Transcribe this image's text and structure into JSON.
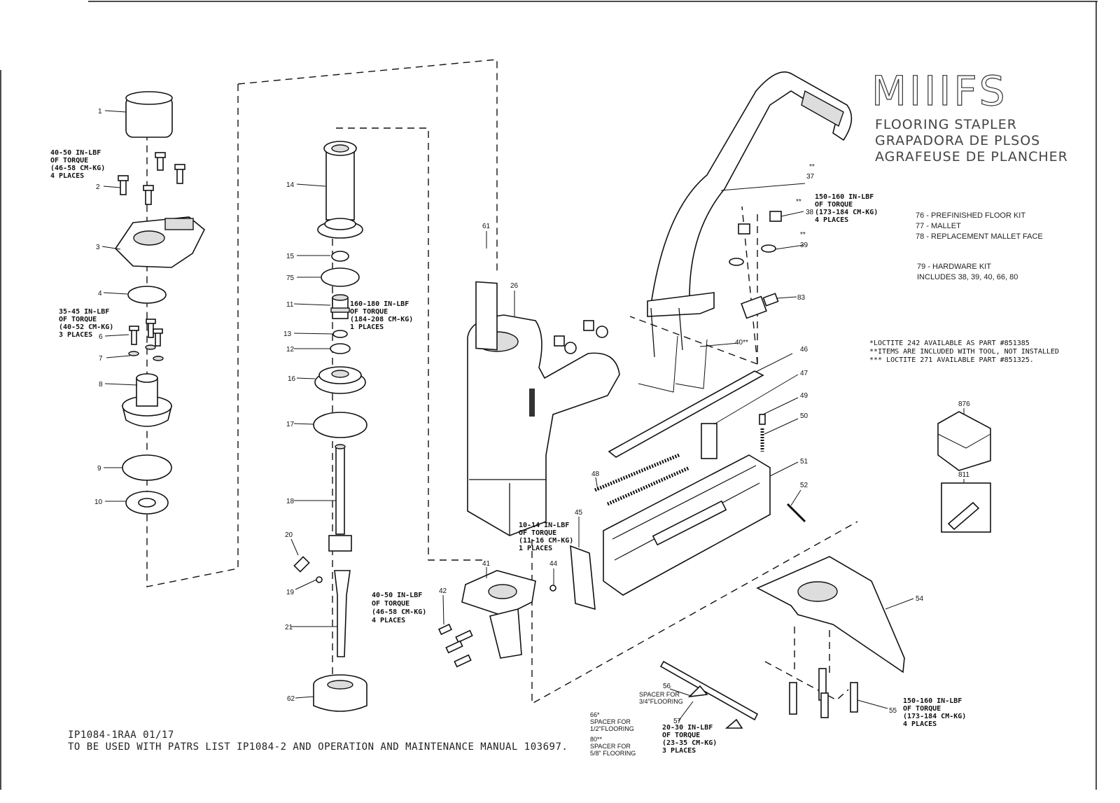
{
  "title": {
    "model": "MIIIFS",
    "line1": "FLOORING STAPLER",
    "line2": "GRAPADORA DE PLSOS",
    "line3": "AGRAFEUSE DE PLANCHER"
  },
  "kits": {
    "k76": "76 - PREFINISHED FLOOR KIT",
    "k77": "77 - MALLET",
    "k78": "78 - REPLACEMENT MALLET FACE",
    "k79": "79 - HARDWARE KIT",
    "k79b": "INCLUDES 38, 39, 40, 66, 80"
  },
  "notes": {
    "n1": "*LOCTITE 242 AVAILABLE AS PART #851385",
    "n2": "**ITEMS ARE INCLUDED WITH TOOL, NOT INSTALLED",
    "n3": "*** LOCTITE 271 AVAILABLE PART #851325."
  },
  "torque": {
    "t2a": "40-50 IN-LBF",
    "t2b": "OF TORQUE",
    "t2c": "(46-58 CM-KG)",
    "t2d": "4 PLACES",
    "t6a": "35-45 IN-LBF",
    "t6b": "OF TORQUE",
    "t6c": "(40-52 CM-KG)",
    "t6d": "3 PLACES",
    "t11a": "160-180 IN-LBF",
    "t11b": "OF TORQUE",
    "t11c": "(184-208 CM-KG)",
    "t11d": "1 PLACES",
    "t38a": "150-160 IN-LBF",
    "t38b": "OF TORQUE",
    "t38c": "(173-184 CM-KG)",
    "t38d": "4 PLACES",
    "t44a": "10-14 IN-LBF",
    "t44b": "OF TORQUE",
    "t44c": "(11-16 CM-KG)",
    "t44d": "1 PLACES",
    "t42a": "40-50 IN-LBF",
    "t42b": "OF TORQUE",
    "t42c": "(46-58 CM-KG)",
    "t42d": "4 PLACES",
    "t57a": "20-30 IN-LBF",
    "t57b": "OF TORQUE",
    "t57c": "(23-35 CM-KG)",
    "t57d": "3 PLACES",
    "t55a": "150-160 IN-LBF",
    "t55b": "OF TORQUE",
    "t55c": "(173-184 CM-KG)",
    "t55d": "4 PLACES"
  },
  "spacers": {
    "s56a": "SPACER FOR",
    "s56b": "3/4\"FLOORING",
    "s66n": "66*",
    "s66a": "SPACER FOR",
    "s66b": "1/2\"FLOORING",
    "s80n": "80**",
    "s80a": "SPACER FOR",
    "s80b": "5/8\" FLOORING"
  },
  "footer": {
    "line1": "IP1084-1RAA 01/17",
    "line2": "TO BE USED WITH PATRS LIST IP1084-2 AND OPERATION AND MAINTENANCE MANUAL 103697."
  },
  "parts": {
    "p1": "1",
    "p2": "2",
    "p3": "3",
    "p4": "4",
    "p6": "6",
    "p7": "7",
    "p8": "8",
    "p9": "9",
    "p10": "10",
    "p11": "11",
    "p12": "12",
    "p13": "13",
    "p14": "14",
    "p15": "15",
    "p16": "16",
    "p17": "17",
    "p18": "18",
    "p19": "19",
    "p20": "20",
    "p21": "21",
    "p26": "26",
    "p37s": "**",
    "p37": "37",
    "p38s": "**",
    "p38": "38",
    "p39s": "**",
    "p39": "39",
    "p40": "40**",
    "p41": "41",
    "p42": "42",
    "p44": "44",
    "p45": "45",
    "p46": "46",
    "p47": "47",
    "p48": "48",
    "p49": "49",
    "p50": "50",
    "p51": "51",
    "p52": "52",
    "p54": "54",
    "p55": "55",
    "p56": "56",
    "p57": "57",
    "p61": "61",
    "p62": "62",
    "p75": "75",
    "p83": "83",
    "p811": "811",
    "p876": "876"
  }
}
